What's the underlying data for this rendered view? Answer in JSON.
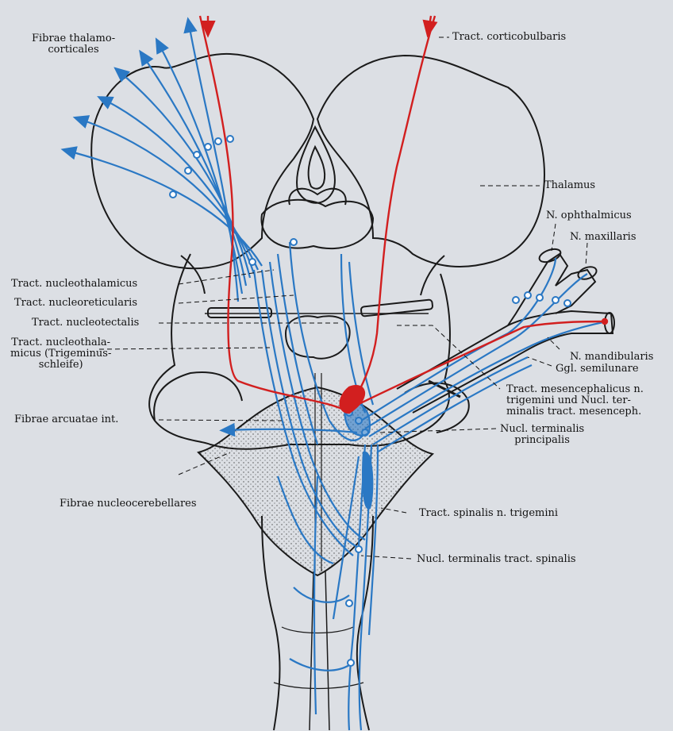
{
  "labels": {
    "fibrae_thalamocorticales": [
      "Fibrae thalamo-",
      "corticales"
    ],
    "tract_corticobulbaris": "Tract. corticobulbaris",
    "thalamus": "Thalamus",
    "n_ophthalmicus": "N. ophthalmicus",
    "n_maxillaris": "N. maxillaris",
    "tract_nucleothalamicus": "Tract. nucleothalamicus",
    "tract_nucleoreticularis": "Tract. nucleoreticularis",
    "tract_nucleotectalis": "Tract. nucleotectalis",
    "tract_nucleothalamicus_trigeminusschleife": [
      "Tract. nucleothala-",
      "micus (Trigeminus-",
      "schleife)"
    ],
    "n_mandibularis": "N. mandibularis",
    "ggl_semilunare": "Ggl. semilunare",
    "tract_mesencephalicus": [
      "Tract. mesencephalicus n.",
      "trigemini und Nucl. ter-",
      "minalis tract. mesenceph."
    ],
    "fibrae_arcuatae_int": "Fibrae arcuatae int.",
    "nucl_terminalis_principalis": [
      "Nucl. terminalis",
      "principalis"
    ],
    "fibrae_nucleocerebellares": "Fibrae nucleocerebellares",
    "tract_spinalis_n_trigemini": "Tract. spinalis n. trigemini",
    "nucl_terminalis_tract_spinalis": "Nucl. terminalis tract. spinalis"
  },
  "colors": {
    "sensory_pathway": "#2a78c4",
    "motor_pathway": "#d21f1f",
    "outline": "#1a1a1a",
    "background": "#dcdfe4"
  }
}
